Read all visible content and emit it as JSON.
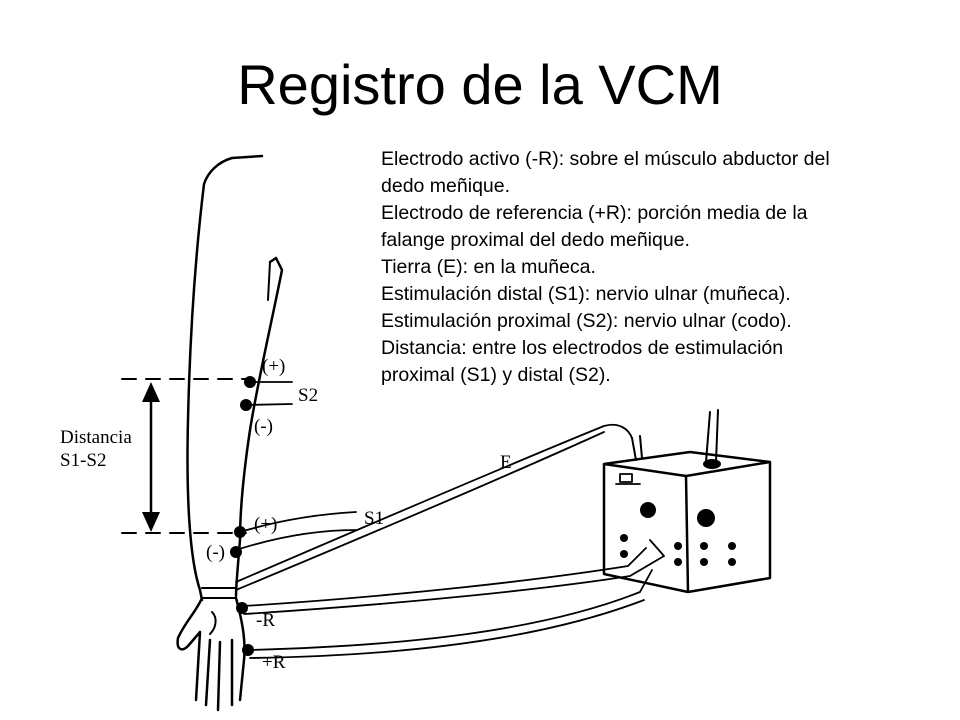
{
  "slide": {
    "title": "Registro de la VCM",
    "description_lines": [
      "Electrodo activo (-R): sobre el músculo abductor del",
      "dedo meñique.",
      "Electrodo de referencia (+R): porción media de la",
      "falange proximal del dedo meñique.",
      "Tierra (E): en la muñeca.",
      "Estimulación distal (S1): nervio ulnar (muñeca).",
      "Estimulación proximal (S2): nervio ulnar (codo).",
      "Distancia: entre los electrodos de estimulación",
      "proximal (S1) y distal (S2)."
    ]
  },
  "figure_labels": {
    "distance_line1": "Distancia",
    "distance_line2": "S1-S2",
    "s2_plus": "(+)",
    "s2_minus": "(-)",
    "s2": "S2",
    "s1_plus": "(+)",
    "s1_minus": "(-)",
    "s1": "S1",
    "ground": "E",
    "active": "-R",
    "reference": "+R"
  }
}
